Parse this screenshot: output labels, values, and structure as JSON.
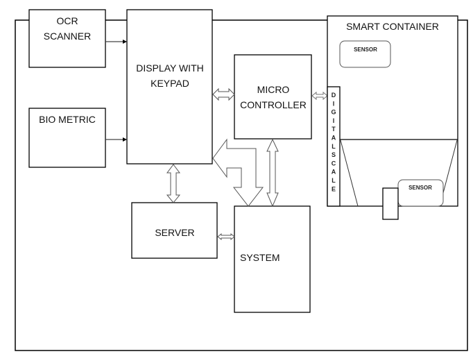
{
  "diagram": {
    "title": "Smart container system block diagram",
    "blocks": {
      "ocr_scanner": {
        "line1": "OCR",
        "line2": "SCANNER"
      },
      "bio_metric": {
        "label": "BIO METRIC"
      },
      "display": {
        "line1": "DISPLAY WITH",
        "line2": "KEYPAD"
      },
      "micro_controller": {
        "line1": "MICRO",
        "line2": "CONTROLLER"
      },
      "server": {
        "label": "SERVER"
      },
      "system": {
        "label": "SYSTEM"
      },
      "smart_container": {
        "label": "SMART CONTAINER"
      },
      "sensor_top": {
        "label": "SENSOR"
      },
      "sensor_bottom": {
        "label": "SENSOR"
      },
      "digital_scale": {
        "letters": [
          "D",
          "I",
          "G",
          "I",
          "T",
          "A",
          "L",
          "S",
          "C",
          "A",
          "L",
          "E"
        ]
      }
    },
    "connections": [
      {
        "from": "OCR SCANNER",
        "to": "DISPLAY WITH KEYPAD",
        "type": "arrow"
      },
      {
        "from": "BIO METRIC",
        "to": "DISPLAY WITH KEYPAD",
        "type": "arrow"
      },
      {
        "from": "DISPLAY WITH KEYPAD",
        "to": "MICRO CONTROLLER",
        "type": "bidirectional"
      },
      {
        "from": "MICRO CONTROLLER",
        "to": "DIGITAL SCALE",
        "type": "bidirectional"
      },
      {
        "from": "DISPLAY WITH KEYPAD",
        "to": "SERVER",
        "type": "bidirectional"
      },
      {
        "from": "MICRO CONTROLLER",
        "to": "SYSTEM",
        "type": "bidirectional"
      },
      {
        "from": "SERVER",
        "to": "SYSTEM",
        "type": "bidirectional"
      },
      {
        "from": "SYSTEM",
        "to": "DISPLAY WITH KEYPAD",
        "type": "bidirectional-bent"
      }
    ]
  }
}
